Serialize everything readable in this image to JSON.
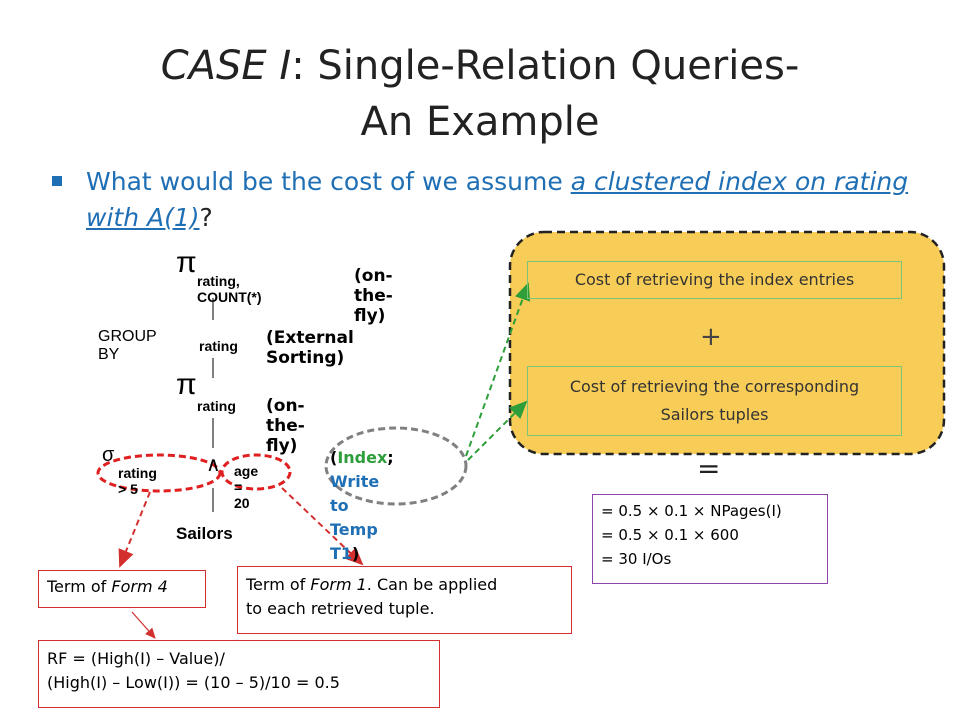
{
  "title": {
    "case": "CASE I",
    "line1_rest": ": Single-Relation Queries-",
    "line2": "An Example"
  },
  "bullet": {
    "prefix": "What would be the cost of we assume ",
    "underlined": "a clustered index on rating with A(1)",
    "suffix": "?"
  },
  "plan": {
    "projection_top_sub": "rating, COUNT(*)",
    "projection_top_note": "(on-the-fly)",
    "groupby_label": "GROUP BY",
    "groupby_sub": "rating",
    "groupby_note": "(External Sorting)",
    "projection_mid_sub": "rating",
    "projection_mid_note": "(on-the-fly)",
    "selection_left": "rating > 5",
    "selection_right": "age = 20",
    "and_symbol": "∧",
    "sigma": "σ",
    "pi": "π",
    "relation": "Sailors",
    "access_open": "(",
    "access_index": "Index",
    "access_sep": "; ",
    "access_write": "Write",
    "access_line2": "to Temp T1",
    "access_close": ")"
  },
  "cost_panel": {
    "entries_box": "Cost of retrieving the index entries",
    "plus": "+",
    "tuples_line1": "Cost of retrieving the corresponding",
    "tuples_line2": "Sailors tuples",
    "equals": "="
  },
  "cost_result": {
    "line1": "= 0.5 × 0.1 × NPages(I)",
    "line2": "= 0.5 × 0.1 × 600",
    "line3": "= 30 I/Os"
  },
  "term4": {
    "prefix": "Term of ",
    "form": "Form 4"
  },
  "term1": {
    "prefix": "Term of ",
    "form": "Form 1",
    "rest1": ". Can be applied",
    "line2": "to each retrieved tuple."
  },
  "rf": {
    "line1": "RF = (High(I) – Value)/",
    "line2": "(High(I) – Low(I)) = (10 – 5)/10 = 0.5"
  },
  "colors": {
    "title": "#222222",
    "bullet_blue": "#1f6fb5",
    "panel_fill": "#f7cd57",
    "green": "#2e9e3b",
    "red": "#d32f2f",
    "purple": "#8e44ad",
    "gray": "#808080"
  }
}
